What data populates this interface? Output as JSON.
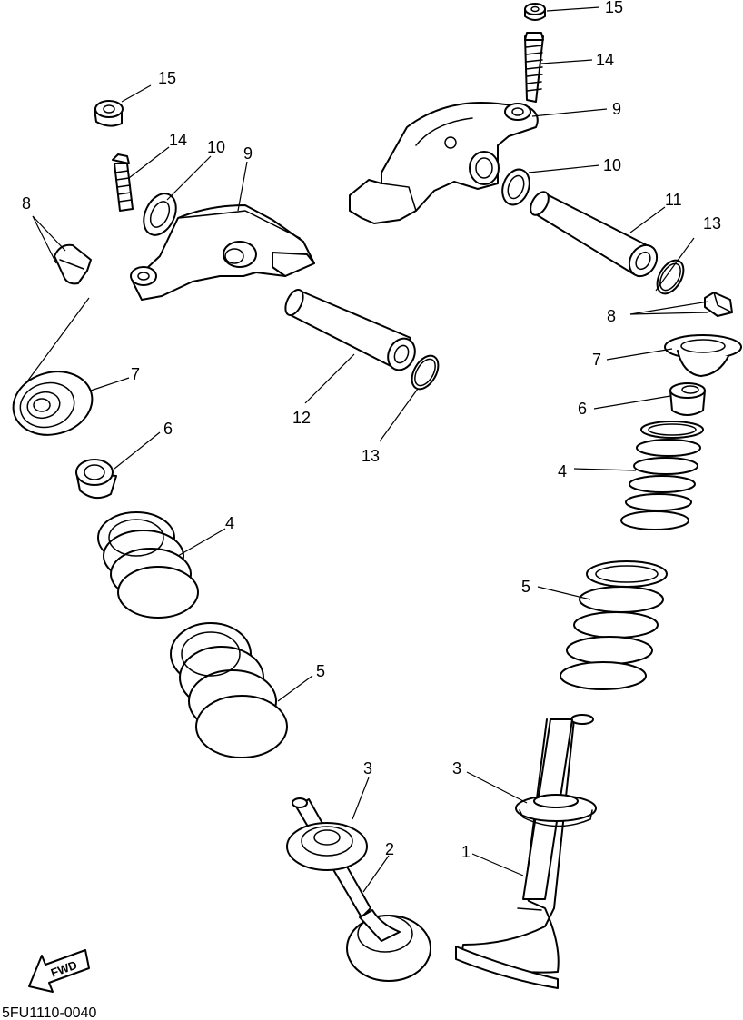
{
  "diagram_code": "5FU1110-0040",
  "fwd_label": "FWD",
  "callouts": {
    "c15a": "15",
    "c14a": "14",
    "c9a": "9",
    "c10a": "10",
    "c11": "11",
    "c13a": "13",
    "c8a": "8",
    "c7a": "7",
    "c6a": "6",
    "c4a": "4",
    "c5a": "5",
    "c3a": "3",
    "c1": "1",
    "c15b": "15",
    "c14b": "14",
    "c10b": "10",
    "c9b": "9",
    "c8b": "8",
    "c7b": "7",
    "c6b": "6",
    "c12": "12",
    "c13b": "13",
    "c4b": "4",
    "c5b": "5",
    "c3b": "3",
    "c2": "2"
  }
}
